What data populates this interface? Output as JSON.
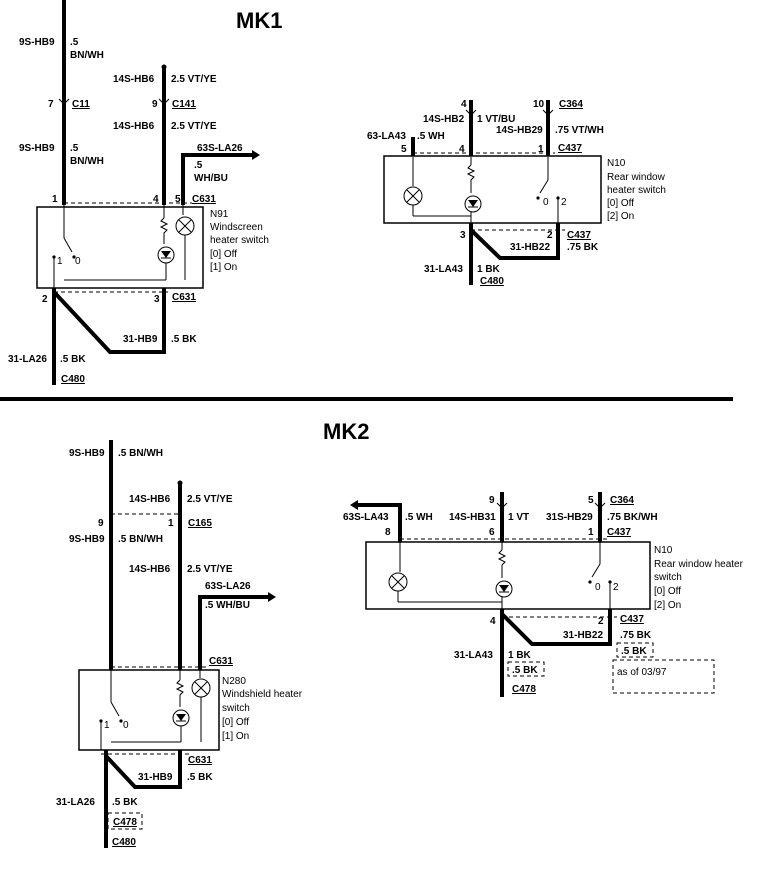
{
  "mk1": {
    "title": "MK1",
    "n91": {
      "id": "N91",
      "name1": "Windscreen",
      "name2": "heater switch",
      "state0": "[0] Off",
      "state1": "[1] On",
      "sw_pos1": "1",
      "sw_pos0": "0"
    },
    "n10": {
      "id": "N10",
      "name1": "Rear window",
      "name2": "heater switch",
      "state0": "[0] Off",
      "state2": "[2] On",
      "sw_pos0": "0",
      "sw_pos2": "2"
    },
    "wires": {
      "hb9_top": "9S-HB9",
      "hb9_top_size": ".5",
      "hb9_top_color": "BN/WH",
      "hb9_low": "9S-HB9",
      "hb9_low_size": ".5",
      "hb9_low_color": "BN/WH",
      "hb6_top": "14S-HB6",
      "hb6_top_spec": "2.5 VT/YE",
      "hb6_low": "14S-HB6",
      "hb6_low_spec": "2.5 VT/YE",
      "la26": "63S-LA26",
      "la26_size": ".5",
      "la26_color": "WH/BU",
      "hb9_gnd": "31-HB9",
      "hb9_gnd_spec": ".5 BK",
      "la26_gnd": "31-LA26",
      "la26_gnd_spec": ".5 BK",
      "la43": "63-LA43",
      "la43_spec": ".5 WH",
      "hb2": "14S-HB2",
      "hb2_spec": "1 VT/BU",
      "hb29": "14S-HB29",
      "hb29_spec": ".75 VT/WH",
      "hb22": "31-HB22",
      "hb22_spec": ".75 BK",
      "la43_gnd": "31-LA43",
      "la43_gnd_spec": "1 BK"
    },
    "conn": {
      "c11": "C11",
      "c141": "C141",
      "c631a": "C631",
      "c631b": "C631",
      "c480": "C480",
      "c364": "C364",
      "c437a": "C437",
      "c437b": "C437",
      "c480b": "C480"
    },
    "pins": {
      "p7": "7",
      "p9": "9",
      "p1": "1",
      "p4": "4",
      "p5": "5",
      "p2": "2",
      "p3": "3",
      "r4top": "4",
      "r10": "10",
      "r5": "5",
      "r4": "4",
      "r1": "1",
      "r3": "3",
      "r2": "2"
    }
  },
  "mk2": {
    "title": "MK2",
    "n280": {
      "id": "N280",
      "name1": "Windshield heater",
      "name2": "switch",
      "state0": "[0] Off",
      "state1": "[1] On",
      "sw_pos1": "1",
      "sw_pos0": "0"
    },
    "n10": {
      "id": "N10",
      "name1": "Rear window heater",
      "name2": "switch",
      "state0": "[0] Off",
      "state2": "[2] On",
      "sw_pos0": "0",
      "sw_pos2": "2"
    },
    "note": "as of 03/97",
    "wires": {
      "hb9_top": "9S-HB9",
      "hb9_top_spec": ".5 BN/WH",
      "hb9_low": "9S-HB9",
      "hb9_low_spec": ".5 BN/WH",
      "hb6_top": "14S-HB6",
      "hb6_top_spec": "2.5 VT/YE",
      "hb6_low": "14S-HB6",
      "hb6_low_spec": "2.5 VT/YE",
      "la26": "63S-LA26",
      "la26_spec": ".5 WH/BU",
      "hb9_gnd": "31-HB9",
      "hb9_gnd_spec": ".5 BK",
      "la26_gnd": "31-LA26",
      "la26_gnd_spec": ".5 BK",
      "la43": "63S-LA43",
      "la43_spec": ".5 WH",
      "hb31": "14S-HB31",
      "hb31_spec": "1 VT",
      "hb29": "31S-HB29",
      "hb29_spec": ".75 BK/WH",
      "hb22": "31-HB22",
      "hb22_spec": ".75 BK",
      "hb22_alt": ".5 BK",
      "la43_gnd": "31-LA43",
      "la43_gnd_spec": "1 BK",
      "la43_gnd_alt": ".5 BK"
    },
    "conn": {
      "c165": "C165",
      "c631a": "C631",
      "c631b": "C631",
      "c478": "C478",
      "c480": "C480",
      "c364": "C364",
      "c437a": "C437",
      "c437b": "C437",
      "c478b": "C478"
    },
    "pins": {
      "p9": "9",
      "p1": "1",
      "r8": "8",
      "r9": "9",
      "r6": "6",
      "r5": "5",
      "r1": "1",
      "r4": "4",
      "r2": "2"
    }
  }
}
